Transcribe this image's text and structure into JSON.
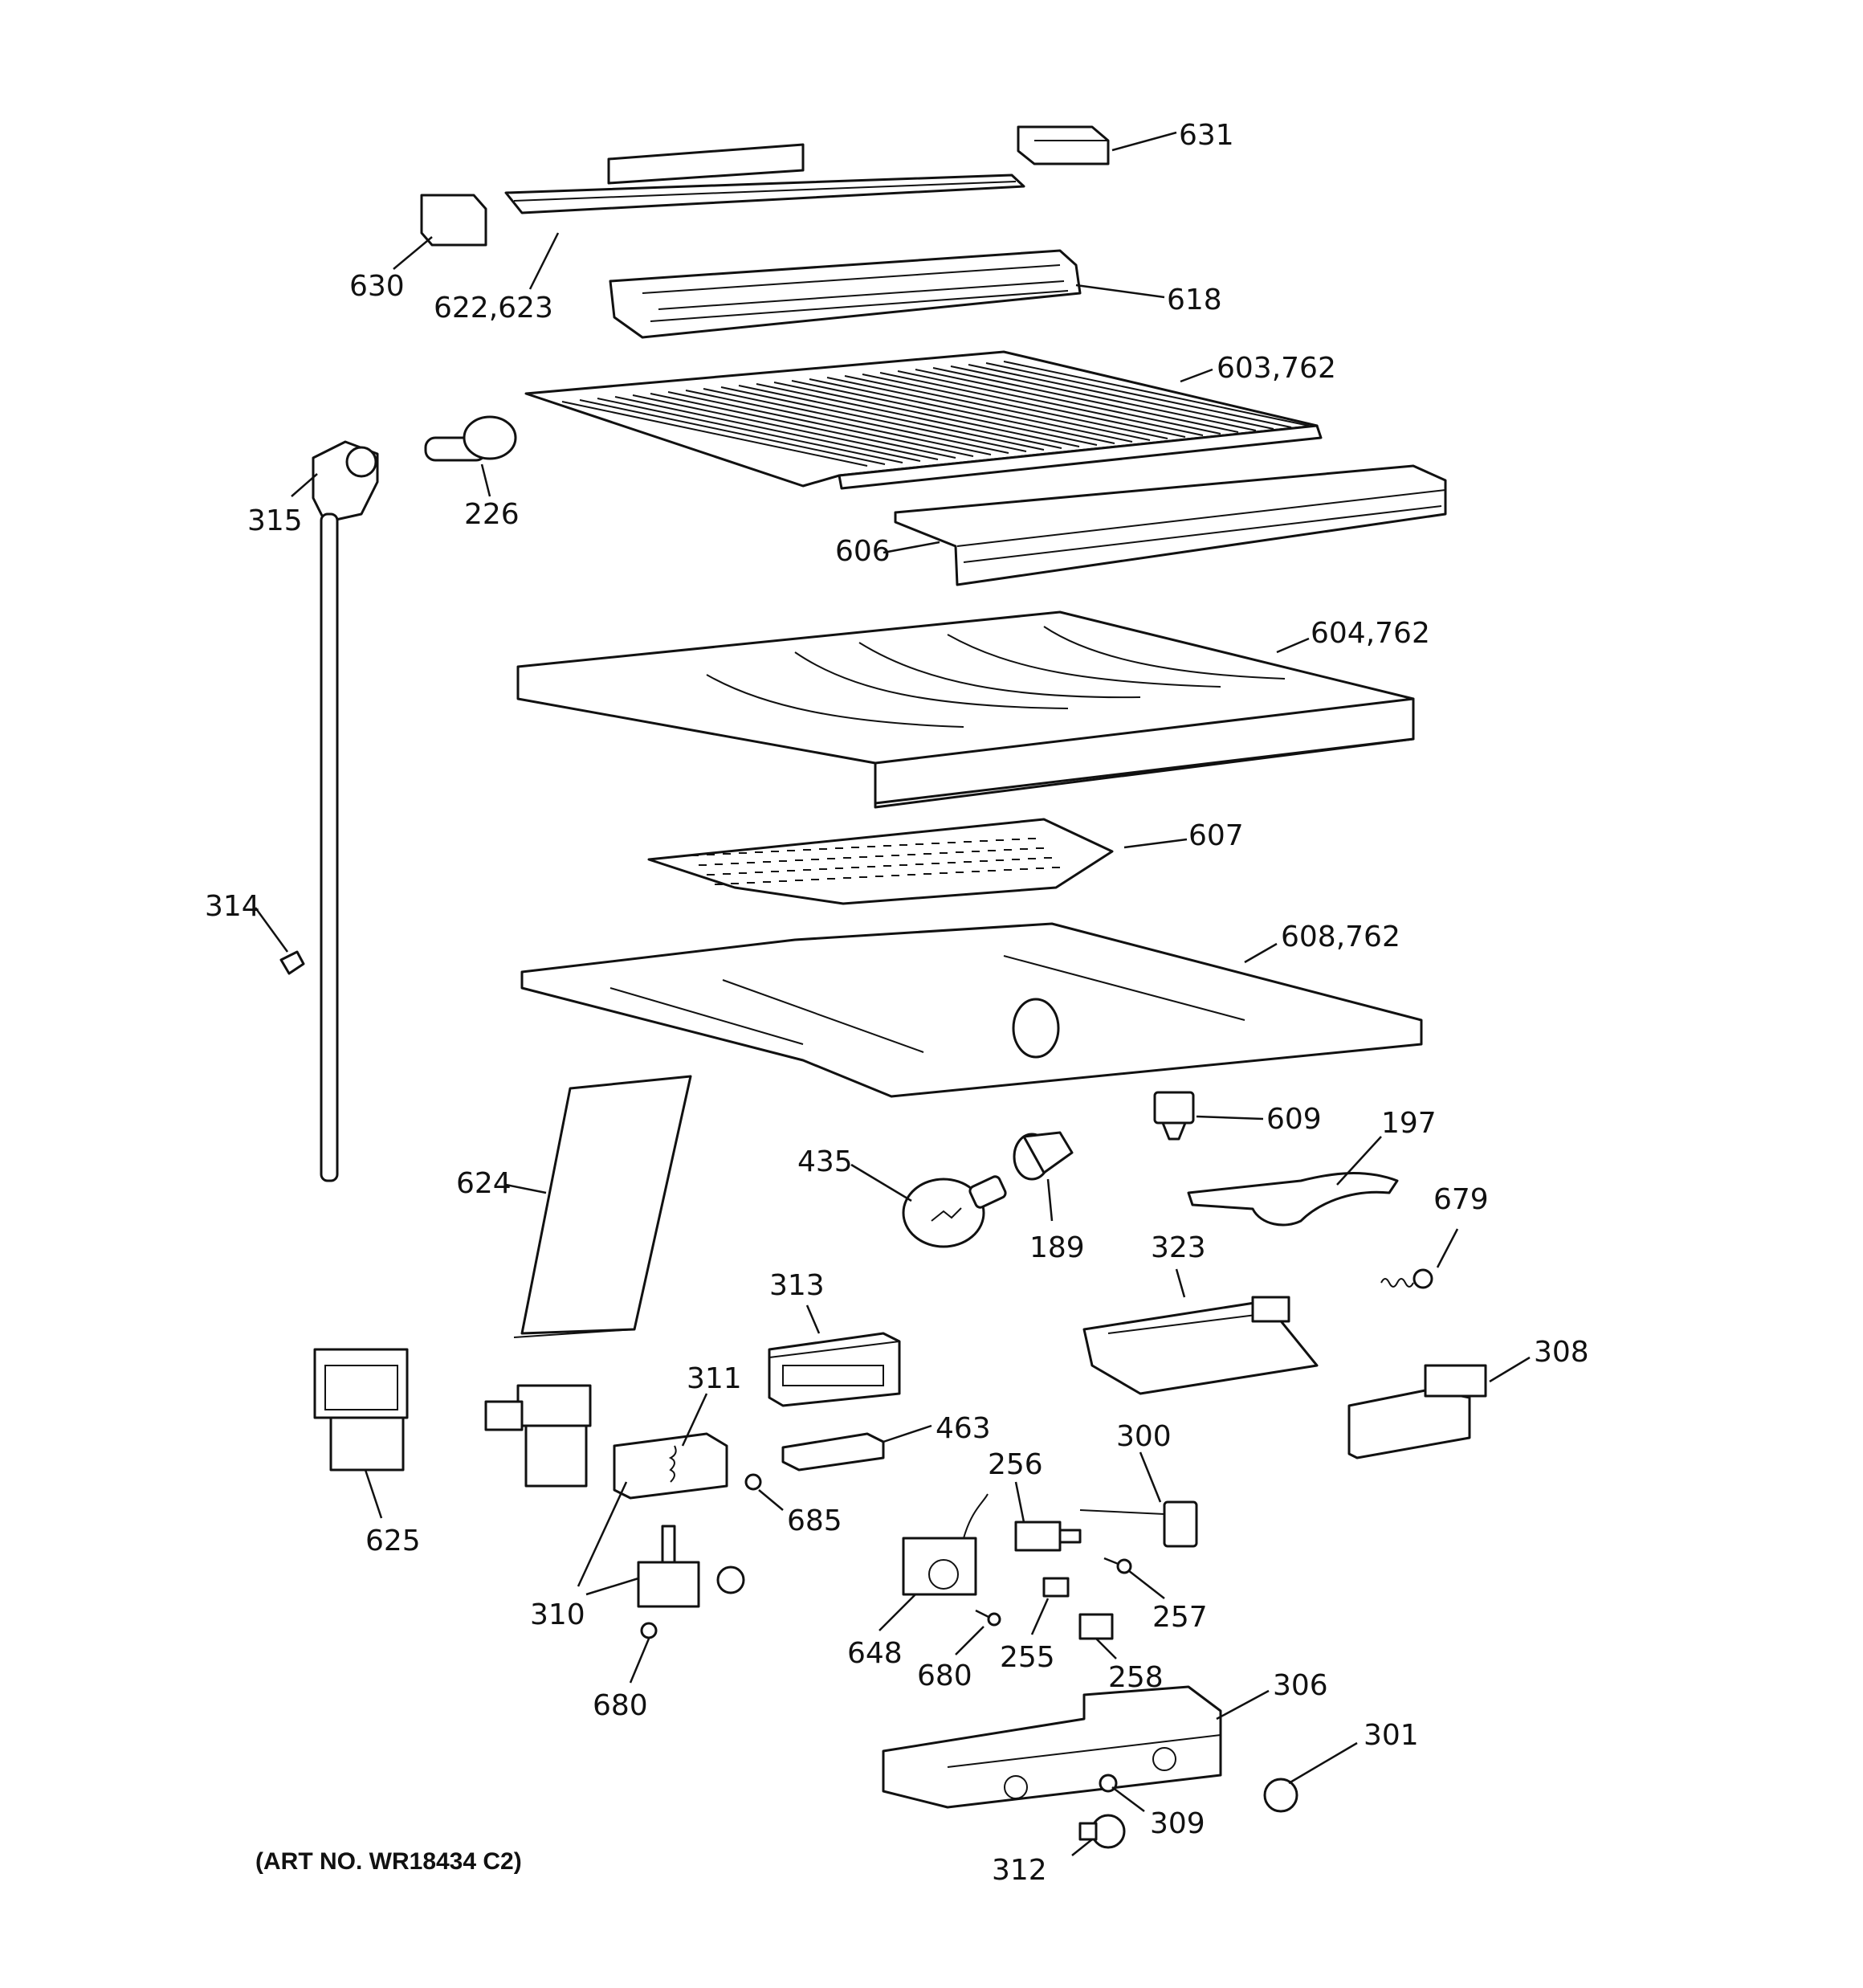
{
  "diagram": {
    "art_number": "(ART NO. WR18434 C2)",
    "labels": {
      "l631": "631",
      "l630": "630",
      "l622": "622,623",
      "l618": "618",
      "l603": "603,762",
      "l315": "315",
      "l226": "226",
      "l606": "606",
      "l604": "604,762",
      "l607": "607",
      "l314": "314",
      "l608": "608,762",
      "l609": "609",
      "l197": "197",
      "l435": "435",
      "l624": "624",
      "l189": "189",
      "l679": "679",
      "l323": "323",
      "l313": "313",
      "l311": "311",
      "l308": "308",
      "l463": "463",
      "l300": "300",
      "l256": "256",
      "l685": "685",
      "l625": "625",
      "l257": "257",
      "l310": "310",
      "l648": "648",
      "l680a": "680",
      "l255": "255",
      "l258": "258",
      "l680b": "680",
      "l306": "306",
      "l301": "301",
      "l309": "309",
      "l312": "312"
    }
  }
}
